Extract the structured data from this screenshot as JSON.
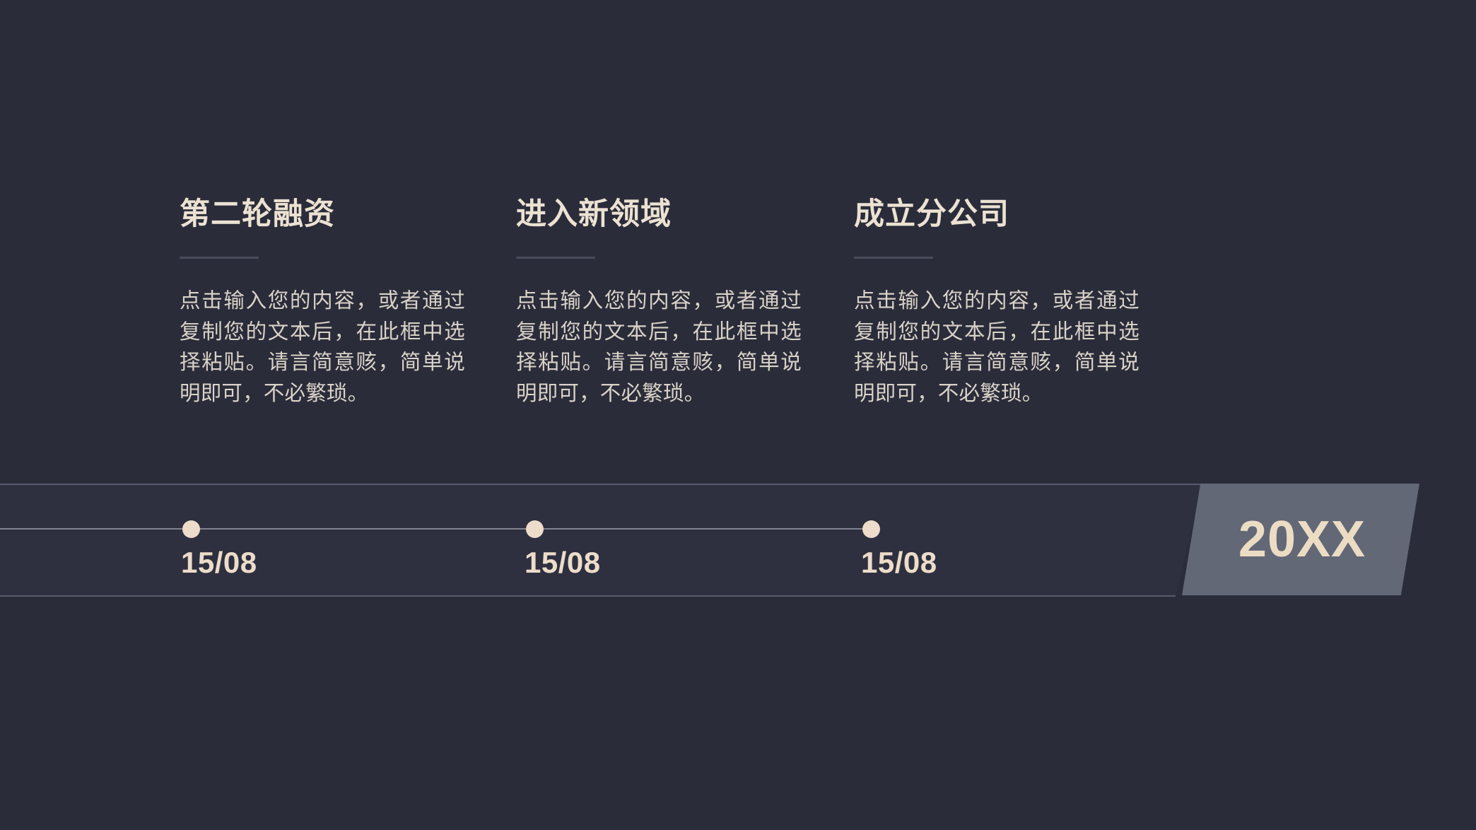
{
  "slide": {
    "background_color": "#2a2c3a",
    "accent_color": "#ecdcc9",
    "heading_color": "#ece2d2",
    "body_color": "#d9d2c7",
    "badge_color": "#636877"
  },
  "columns": [
    {
      "title": "第二轮融资",
      "body": "点击输入您的内容，或者通过复制您的文本后，在此框中选择粘贴。请言简意赅，简单说明即可，不必繁琐。"
    },
    {
      "title": "进入新领域",
      "body": "点击输入您的内容，或者通过复制您的文本后，在此框中选择粘贴。请言简意赅，简单说明即可，不必繁琐。"
    },
    {
      "title": "成立分公司",
      "body": "点击输入您的内容，或者通过复制您的文本后，在此框中选择粘贴。请言简意赅，简单说明即可，不必繁琐。"
    }
  ],
  "timeline": {
    "markers": [
      {
        "date": "15/08"
      },
      {
        "date": "15/08"
      },
      {
        "date": "15/08"
      }
    ],
    "year_badge": "20XX"
  }
}
